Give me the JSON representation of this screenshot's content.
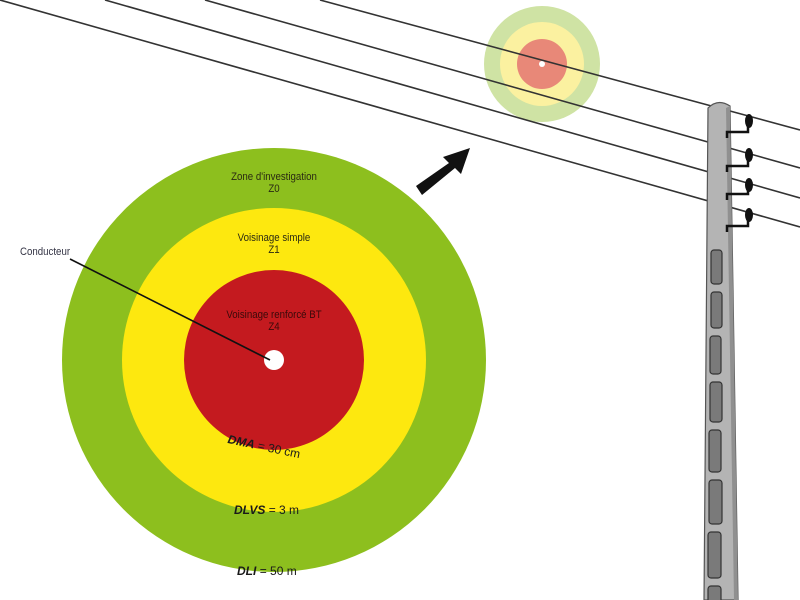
{
  "diagram": {
    "type": "electrical-safety-zones",
    "conductor_label": "Conducteur",
    "zones": [
      {
        "name": "Zone d'investigation",
        "code": "Z0",
        "color": "#8dbf1e"
      },
      {
        "name": "Voisinage simple",
        "code": "Z1",
        "color": "#fde80f"
      },
      {
        "name": "Voisinage renforcé BT",
        "code": "Z4",
        "color": "#c41a1f"
      }
    ],
    "distances": [
      {
        "abbr": "DMA",
        "value": "= 30 cm"
      },
      {
        "abbr": "DLVS",
        "value": "= 3 m"
      },
      {
        "abbr": "DLI",
        "value": "= 50 m"
      }
    ],
    "colors": {
      "z0": "#8dbf1e",
      "z1": "#fde80f",
      "z4": "#c41a1f",
      "z0_light": "#cfe3a4",
      "z1_light": "#fbf1a0",
      "z4_light": "#e88878",
      "pole": "#b4b4b4",
      "wire": "#333333"
    },
    "elements": {
      "arrow": "pointer-arrow",
      "pole": "utility-pole",
      "wires_count": 4,
      "insulators_count": 4
    }
  }
}
